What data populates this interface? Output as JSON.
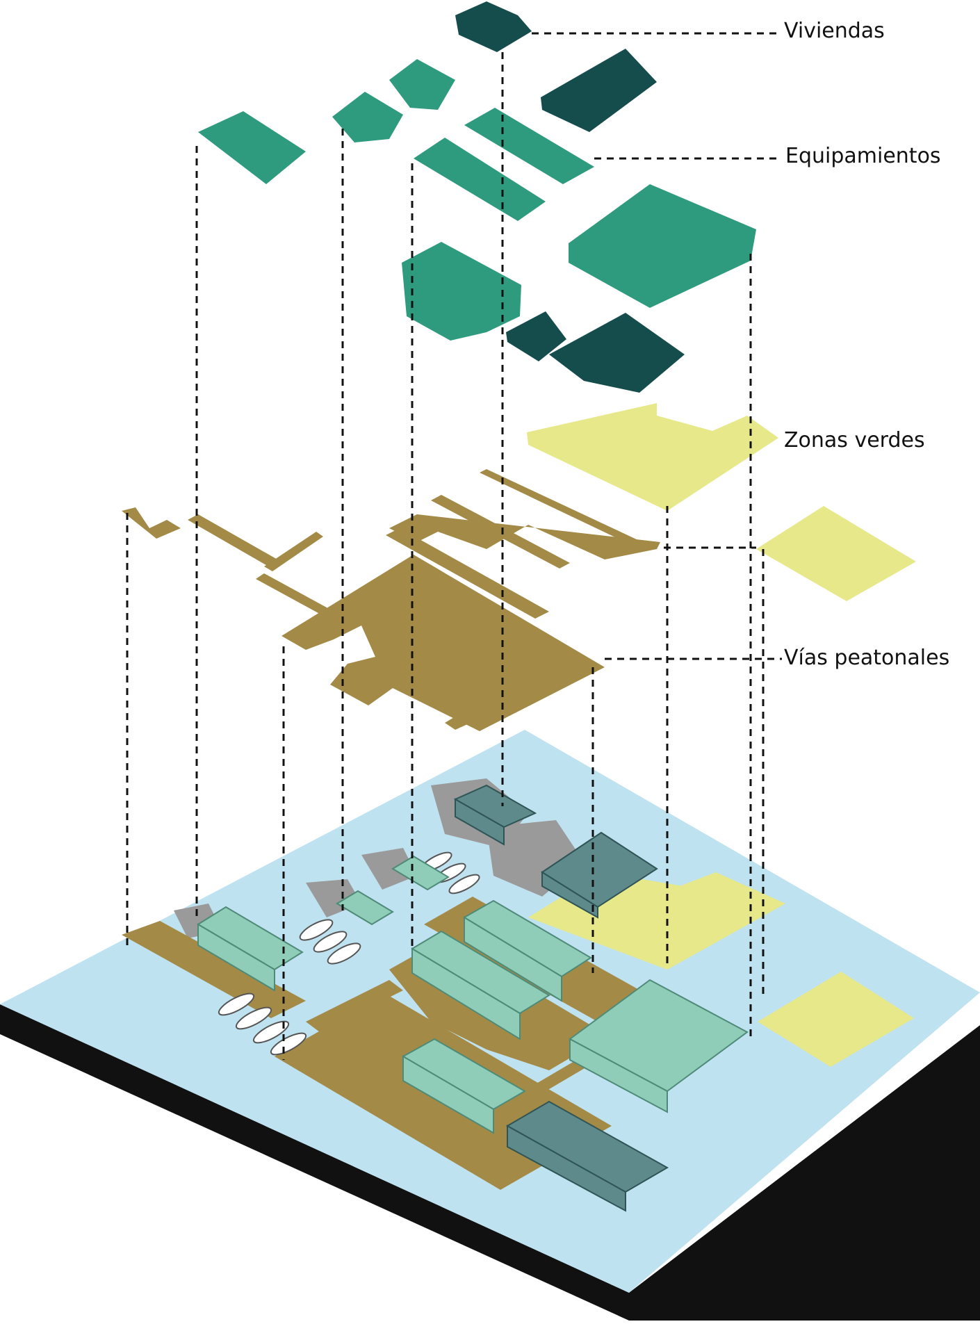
{
  "labels": {
    "viviendas": "Viviendas",
    "equipamientos": "Equipamientos",
    "zonas_verdes": "Zonas verdes",
    "vias_peatonales": "Vías peatonales"
  },
  "colors": {
    "viviendas": "#154d4d",
    "equipamientos": "#2e9a7e",
    "zonas_verdes": "#e6e88a",
    "vias_peatonales": "#a48a47",
    "water": "#bfe2f0",
    "base_side": "#111111",
    "building_glass": "#8fcdb8",
    "house_roof": "#5e8a8c",
    "shadow": "#9a9a9a",
    "leader_line": "#111111"
  }
}
